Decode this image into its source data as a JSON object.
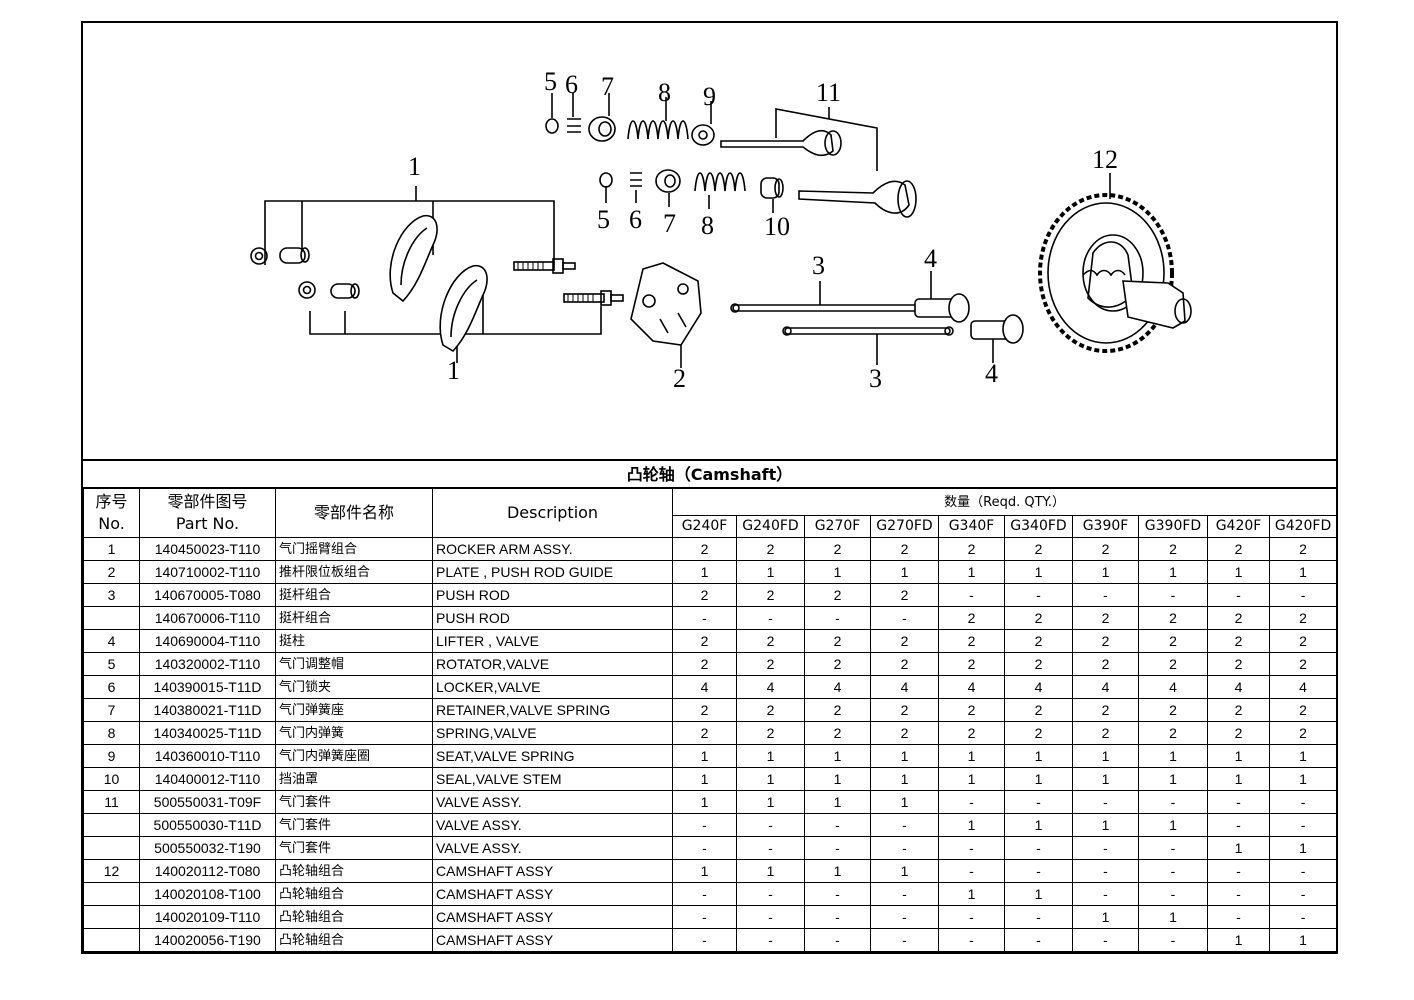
{
  "diagram": {
    "labels": {
      "l5a": "5",
      "l6a": "6",
      "l7a": "7",
      "l8a": "8",
      "l9": "9",
      "l11": "11",
      "l1a": "1",
      "l5b": "5",
      "l6b": "6",
      "l7b": "7",
      "l8b": "8",
      "l10": "10",
      "l12": "12",
      "l3a": "3",
      "l4a": "4",
      "l2": "2",
      "l1b": "1",
      "l3b": "3",
      "l4b": "4"
    }
  },
  "table": {
    "title": "凸轮轴（Camshaft）",
    "headers": {
      "no_cn": "序号",
      "no_en": "No.",
      "part_cn": "零部件图号",
      "part_en": "Part No.",
      "name_cn": "零部件名称",
      "description": "Description",
      "qty": "数量（Reqd. QTY.）"
    },
    "models": [
      "G240F",
      "G240FD",
      "G270F",
      "G270FD",
      "G340F",
      "G340FD",
      "G390F",
      "G390FD",
      "G420F",
      "G420FD"
    ],
    "rows": [
      {
        "no": "1",
        "part": "140450023-T110",
        "name": "气门摇臂组合",
        "desc": "ROCKER ARM ASSY.",
        "q": [
          "2",
          "2",
          "2",
          "2",
          "2",
          "2",
          "2",
          "2",
          "2",
          "2"
        ]
      },
      {
        "no": "2",
        "part": "140710002-T110",
        "name": "推杆限位板组合",
        "desc": "PLATE , PUSH ROD GUIDE",
        "q": [
          "1",
          "1",
          "1",
          "1",
          "1",
          "1",
          "1",
          "1",
          "1",
          "1"
        ]
      },
      {
        "no": "3",
        "part": "140670005-T080",
        "name": "挺杆组合",
        "desc": "PUSH ROD",
        "q": [
          "2",
          "2",
          "2",
          "2",
          "-",
          "-",
          "-",
          "-",
          "-",
          "-"
        ]
      },
      {
        "no": "",
        "part": "140670006-T110",
        "name": "挺杆组合",
        "desc": "PUSH ROD",
        "q": [
          "-",
          "-",
          "-",
          "-",
          "2",
          "2",
          "2",
          "2",
          "2",
          "2"
        ]
      },
      {
        "no": "4",
        "part": "140690004-T110",
        "name": "挺柱",
        "desc": "LIFTER , VALVE",
        "q": [
          "2",
          "2",
          "2",
          "2",
          "2",
          "2",
          "2",
          "2",
          "2",
          "2"
        ]
      },
      {
        "no": "5",
        "part": "140320002-T110",
        "name": "气门调整帽",
        "desc": "ROTATOR,VALVE",
        "q": [
          "2",
          "2",
          "2",
          "2",
          "2",
          "2",
          "2",
          "2",
          "2",
          "2"
        ]
      },
      {
        "no": "6",
        "part": "140390015-T11D",
        "name": "气门锁夹",
        "desc": "LOCKER,VALVE",
        "q": [
          "4",
          "4",
          "4",
          "4",
          "4",
          "4",
          "4",
          "4",
          "4",
          "4"
        ]
      },
      {
        "no": "7",
        "part": "140380021-T11D",
        "name": "气门弹簧座",
        "desc": "RETAINER,VALVE SPRING",
        "q": [
          "2",
          "2",
          "2",
          "2",
          "2",
          "2",
          "2",
          "2",
          "2",
          "2"
        ]
      },
      {
        "no": "8",
        "part": "140340025-T11D",
        "name": "气门内弹簧",
        "desc": "SPRING,VALVE",
        "q": [
          "2",
          "2",
          "2",
          "2",
          "2",
          "2",
          "2",
          "2",
          "2",
          "2"
        ]
      },
      {
        "no": "9",
        "part": "140360010-T110",
        "name": "气门内弹簧座圈",
        "desc": "SEAT,VALVE SPRING",
        "q": [
          "1",
          "1",
          "1",
          "1",
          "1",
          "1",
          "1",
          "1",
          "1",
          "1"
        ]
      },
      {
        "no": "10",
        "part": "140400012-T110",
        "name": "挡油罩",
        "desc": "SEAL,VALVE STEM",
        "q": [
          "1",
          "1",
          "1",
          "1",
          "1",
          "1",
          "1",
          "1",
          "1",
          "1"
        ]
      },
      {
        "no": "11",
        "part": "500550031-T09F",
        "name": "气门套件",
        "desc": "VALVE ASSY.",
        "q": [
          "1",
          "1",
          "1",
          "1",
          "-",
          "-",
          "-",
          "-",
          "-",
          "-"
        ]
      },
      {
        "no": "",
        "part": "500550030-T11D",
        "name": "气门套件",
        "desc": "VALVE ASSY.",
        "q": [
          "-",
          "-",
          "-",
          "-",
          "1",
          "1",
          "1",
          "1",
          "-",
          "-"
        ]
      },
      {
        "no": "",
        "part": "500550032-T190",
        "name": "气门套件",
        "desc": "VALVE ASSY.",
        "q": [
          "-",
          "-",
          "-",
          "-",
          "-",
          "-",
          "-",
          "-",
          "1",
          "1"
        ]
      },
      {
        "no": "12",
        "part": "140020112-T080",
        "name": "凸轮轴组合",
        "desc": "CAMSHAFT ASSY",
        "q": [
          "1",
          "1",
          "1",
          "1",
          "-",
          "-",
          "-",
          "-",
          "-",
          "-"
        ]
      },
      {
        "no": "",
        "part": "140020108-T100",
        "name": "凸轮轴组合",
        "desc": "CAMSHAFT ASSY",
        "q": [
          "-",
          "-",
          "-",
          "-",
          "1",
          "1",
          "-",
          "-",
          "-",
          "-"
        ]
      },
      {
        "no": "",
        "part": "140020109-T110",
        "name": "凸轮轴组合",
        "desc": "CAMSHAFT ASSY",
        "q": [
          "-",
          "-",
          "-",
          "-",
          "-",
          "-",
          "1",
          "1",
          "-",
          "-"
        ]
      },
      {
        "no": "",
        "part": "140020056-T190",
        "name": "凸轮轴组合",
        "desc": "CAMSHAFT ASSY",
        "q": [
          "-",
          "-",
          "-",
          "-",
          "-",
          "-",
          "-",
          "-",
          "1",
          "1"
        ]
      }
    ]
  }
}
